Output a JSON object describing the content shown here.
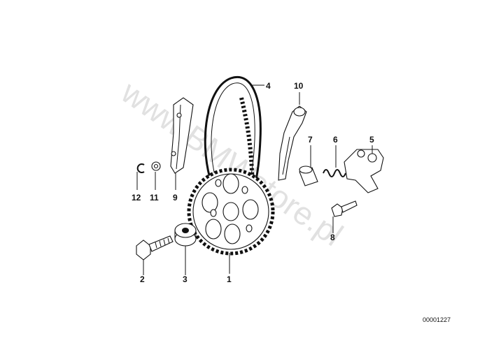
{
  "diagram": {
    "watermark": "www.BMWstore.pl",
    "code": "00001227",
    "callouts": [
      {
        "id": "1",
        "label": "1"
      },
      {
        "id": "2",
        "label": "2"
      },
      {
        "id": "3",
        "label": "3"
      },
      {
        "id": "4",
        "label": "4"
      },
      {
        "id": "5",
        "label": "5"
      },
      {
        "id": "6",
        "label": "6"
      },
      {
        "id": "7",
        "label": "7"
      },
      {
        "id": "8",
        "label": "8"
      },
      {
        "id": "9",
        "label": "9"
      },
      {
        "id": "10",
        "label": "10"
      },
      {
        "id": "11",
        "label": "11"
      },
      {
        "id": "12",
        "label": "12"
      }
    ]
  }
}
